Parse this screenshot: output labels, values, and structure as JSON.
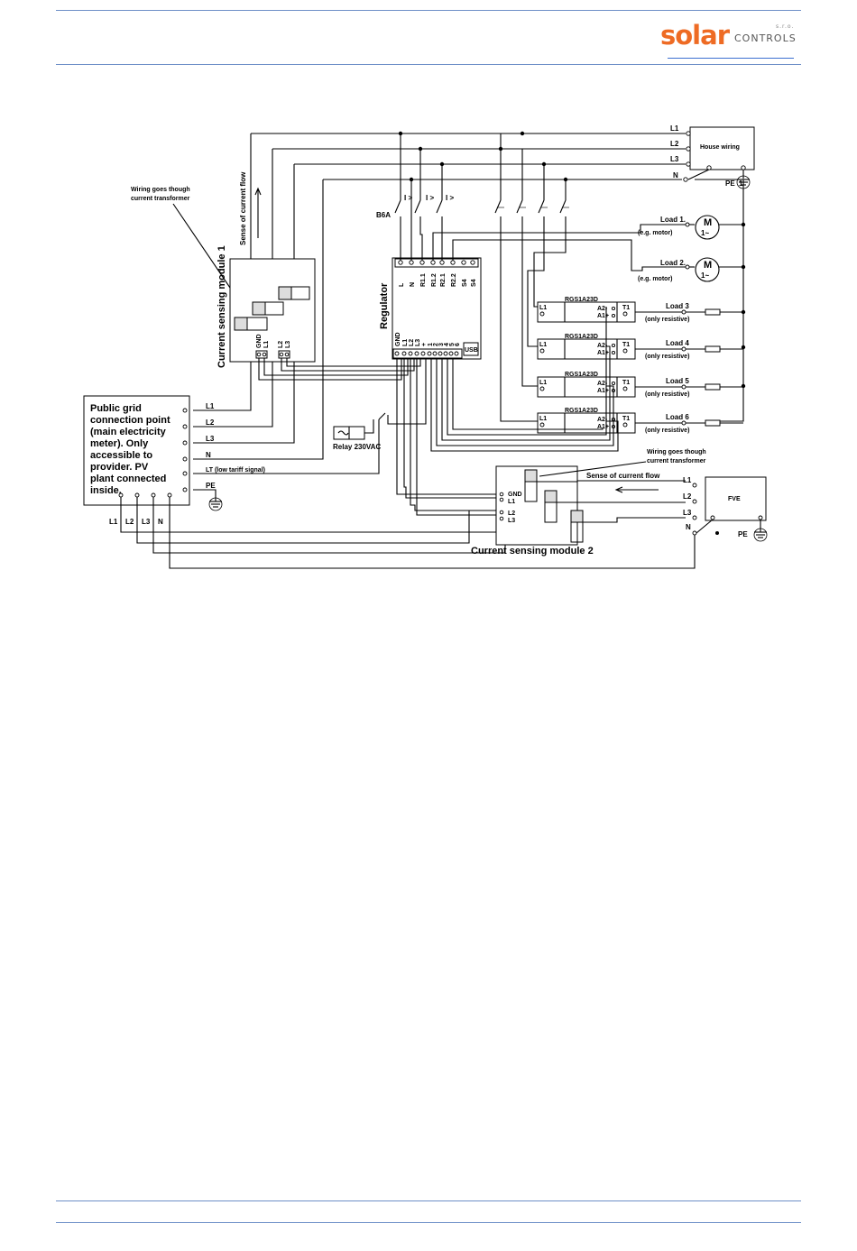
{
  "header": {
    "logo_text": "solar",
    "logo_sub": "CONTROLS",
    "logo_sro": "s.r.o.",
    "brand_color": "#ee6b24",
    "rule_color": "#6d8fc7"
  },
  "diagram": {
    "house": {
      "title": "House wiring",
      "l1": "L1",
      "l2": "L2",
      "l3": "L3",
      "n": "N",
      "pe": "PE"
    },
    "annotation_ct1": {
      "line1": "Wiring goes though",
      "line2": "current transformer"
    },
    "sense_flow1": "Sense of current flow",
    "module1": {
      "title": "Current sensing module 1",
      "t_gnd": "GND",
      "t_l1": "L1",
      "t_l2": "L2",
      "t_l3": "L3"
    },
    "regulator": {
      "title": "Regulator",
      "top_terms": [
        "L",
        "N",
        "R1.1",
        "R1.2",
        "R2.1",
        "R2.2",
        "S4",
        "S4"
      ],
      "bottom_terms": [
        "GND",
        "L1",
        "L2",
        "L3",
        "+",
        "1",
        "2",
        "3",
        "4",
        "5",
        "6"
      ],
      "usb": "USB"
    },
    "breaker": "B6A",
    "fuse_symbol": "I >",
    "motor": {
      "symbol": "M",
      "phase": "1~"
    },
    "loads": [
      {
        "label": "Load 1.",
        "note": "(e.g. motor)"
      },
      {
        "label": "Load 2.",
        "note": "(e.g. motor)"
      },
      {
        "label": "Load 3",
        "note": "(only resistive)"
      },
      {
        "label": "Load 4",
        "note": "(only resistive)"
      },
      {
        "label": "Load 5",
        "note": "(only resistive)"
      },
      {
        "label": "Load 6",
        "note": "(only resistive)"
      }
    ],
    "ssr": {
      "model": "RGS1A23D",
      "in1": "L1",
      "out": "T1",
      "a2": "A2-",
      "a1": "A1+"
    },
    "grid": {
      "line1": "Public grid",
      "line2": "connection point",
      "line3": "(main electricity",
      "line4": "meter). Only",
      "line5": "accessible to",
      "line6": "provider. PV",
      "line7": "plant connected",
      "line8": "inside.",
      "t_l1": "L1",
      "t_l2": "L2",
      "t_l3": "L3",
      "t_n": "N",
      "t_lt": "LT (low tariff signal)",
      "t_pe": "PE",
      "bottom": [
        "L1",
        "L2",
        "L3",
        "N"
      ]
    },
    "relay": "Relay 230VAC",
    "annotation_ct2": {
      "line1": "Wiring goes though",
      "line2": "current transformer"
    },
    "sense_flow2": "Sense of current flow",
    "module2": {
      "title": "Current sensing module 2",
      "t_gnd": "GND",
      "t_l1": "L1",
      "t_l2": "L2",
      "t_l3": "L3"
    },
    "pv": {
      "title": "FVE",
      "l1": "L1",
      "l2": "L2",
      "l3": "L3",
      "n": "N",
      "pe": "PE"
    }
  }
}
